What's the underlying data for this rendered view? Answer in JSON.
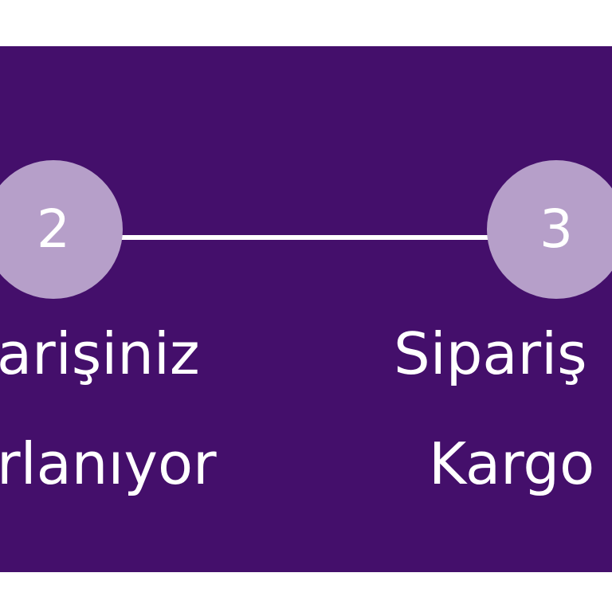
{
  "colors": {
    "panel_background": "#440f6b",
    "step_circle": "#b69fc9",
    "connector_line": "#ffffff",
    "text": "#ffffff"
  },
  "progress": {
    "steps": [
      {
        "number": "2",
        "label_line1": "arişiniz",
        "label_line2": "rlanıyor"
      },
      {
        "number": "3",
        "label_line1": "Sipariş",
        "label_line2": "Kargo"
      }
    ]
  }
}
